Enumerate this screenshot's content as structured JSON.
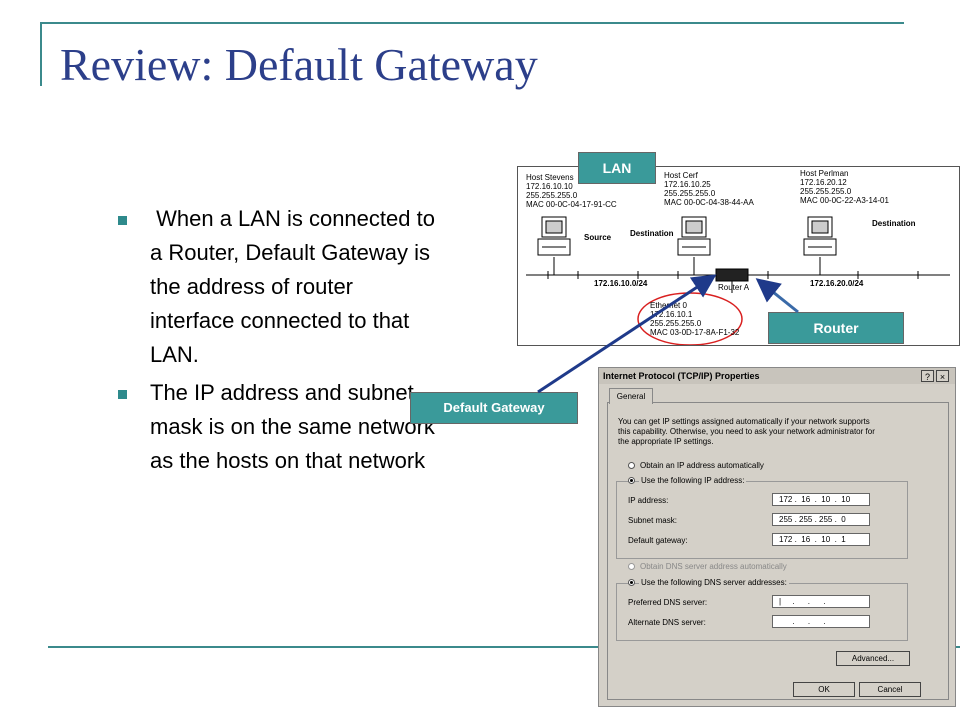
{
  "slide": {
    "title": "Review: Default Gateway",
    "bullets": [
      " When a LAN is connected to a Router, Default Gateway is the address of router interface connected to that LAN.",
      "The IP address and subnet mask is on the same network as the hosts on that network"
    ]
  },
  "callouts": {
    "lan": "LAN",
    "router": "Router",
    "default_gateway": "Default Gateway"
  },
  "diagram": {
    "hosts": [
      {
        "name": "Host Stevens",
        "ip": "172.16.10.10",
        "mask": "255.255.255.0",
        "mac": "MAC 00-0C-04-17-91-CC",
        "role": "Source"
      },
      {
        "name": "Host Cerf",
        "ip": "172.16.10.25",
        "mask": "255.255.255.0",
        "mac": "MAC 00-0C-04-38-44-AA",
        "role": "Destination"
      },
      {
        "name": "Host Perlman",
        "ip": "172.16.20.12",
        "mask": "255.255.255.0",
        "mac": "MAC 00-0C-22-A3-14-01",
        "role": "Destination"
      }
    ],
    "net_left": "172.16.10.0/24",
    "net_right": "172.16.20.0/24",
    "router_label": "Router A",
    "interface": {
      "name": "Ethernet 0",
      "ip": "172.16.10.1",
      "mask": "255.255.255.0",
      "mac": "MAC 03-0D-17-8A-F1-32"
    }
  },
  "dialog": {
    "title": "Internet Protocol (TCP/IP) Properties",
    "help_btn": "?",
    "close_btn": "×",
    "tab": "General",
    "intro": [
      "You can get IP settings assigned automatically if your network supports",
      "this capability. Otherwise, you need to ask your network administrator for",
      "the appropriate IP settings."
    ],
    "radio_auto_ip": "Obtain an IP address automatically",
    "radio_use_ip": "Use the following IP address:",
    "ip_label": "IP address:",
    "ip_value": "172 .  16  .  10  .  10",
    "mask_label": "Subnet mask:",
    "mask_value": "255 . 255 . 255 .  0",
    "gw_label": "Default gateway:",
    "gw_value": "172 .  16  .  10  .  1",
    "radio_auto_dns": "Obtain DNS server address automatically",
    "radio_use_dns": "Use the following DNS server addresses:",
    "pref_dns_label": "Preferred DNS server:",
    "pref_dns_value": "|     .      .      .",
    "alt_dns_label": "Alternate DNS server:",
    "alt_dns_value": "      .      .      .",
    "advanced_btn": "Advanced...",
    "ok_btn": "OK",
    "cancel_btn": "Cancel"
  },
  "colors": {
    "title": "#2c3f8a",
    "accent": "#3a9a9a",
    "highlight": "#d92020",
    "arrow": "#1f3a8a"
  }
}
